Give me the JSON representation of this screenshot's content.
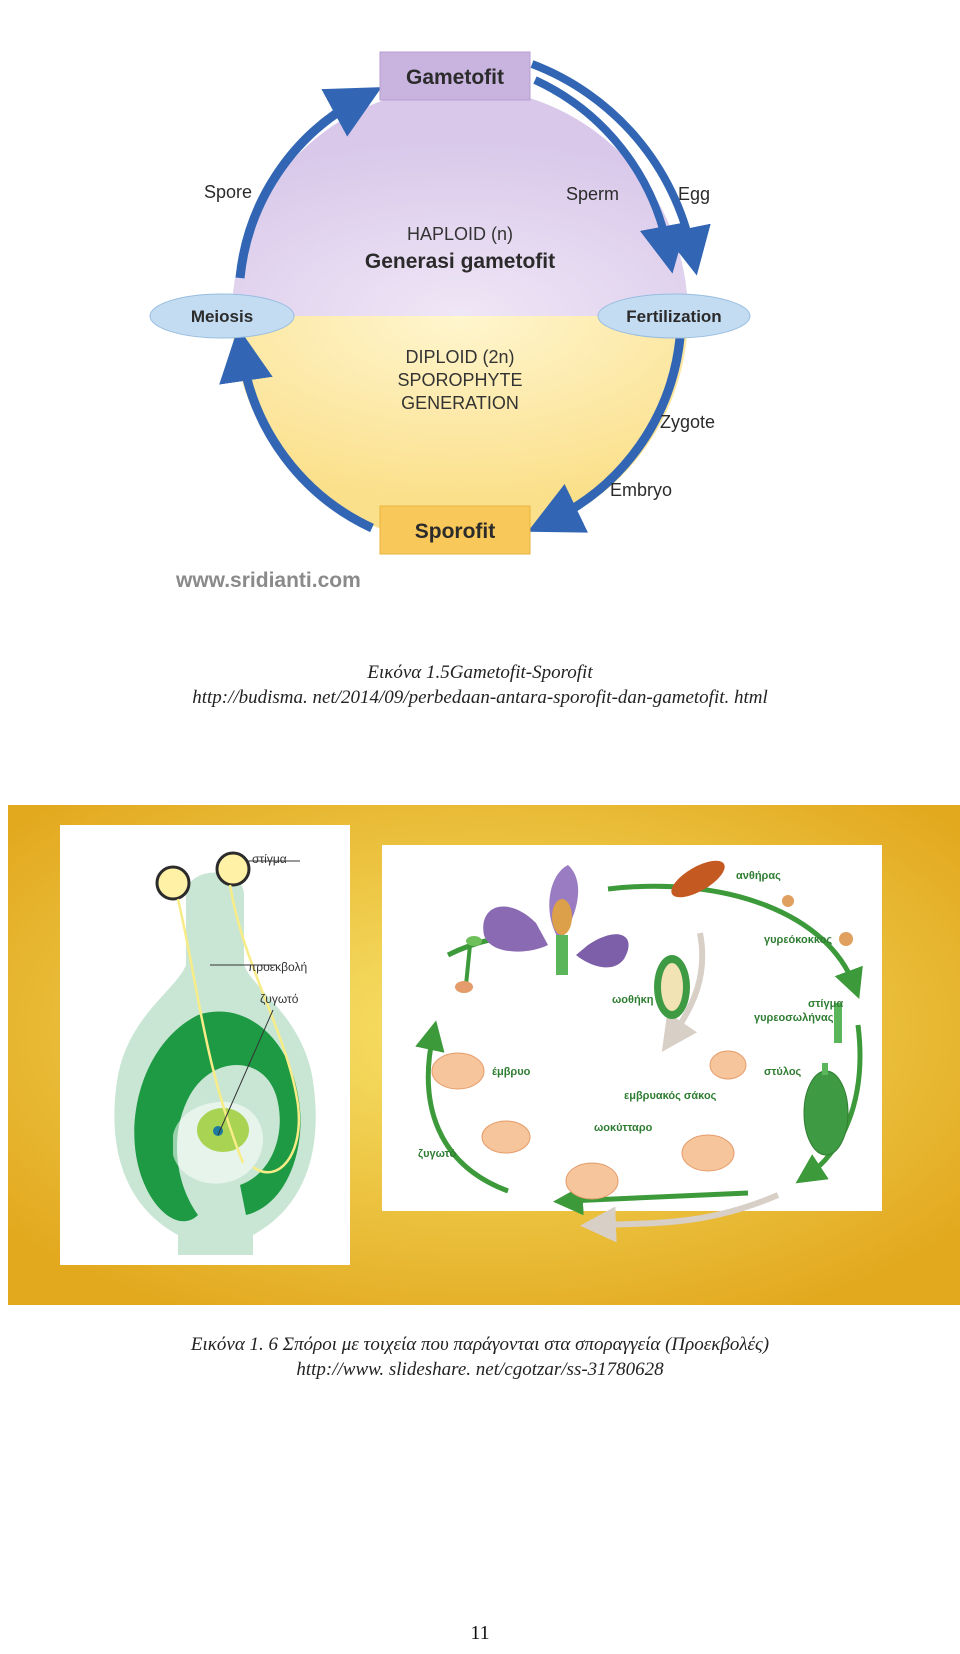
{
  "figure1": {
    "top_box": "Gametofit",
    "bottom_box": "Sporofit",
    "left_oval": "Meiosis",
    "right_oval": "Fertilization",
    "label_spore": "Spore",
    "label_sperm": "Sperm",
    "label_egg": "Egg",
    "label_zygote": "Zygote",
    "label_embryo": "Embryo",
    "haploid_line1": "HAPLOID (n)",
    "haploid_line2": "Generasi gametofit",
    "diploid_line1": "DIPLOID (2n)",
    "diploid_line2": "SPOROPHYTE",
    "diploid_line3": "GENERATION",
    "watermark": "www.sridianti.com",
    "colors": {
      "arrow": "#3266b4",
      "haploid_fill": "#e2d4ee",
      "diploid_fill": "#fdeaa6",
      "top_box": "#c9b3df",
      "bottom_box": "#f8c95a",
      "oval": "#c4dcf1"
    }
  },
  "caption1": {
    "line1": "Εικόνα 1.5Gametofit-Sporofit",
    "line2": "http://budisma. net/2014/09/perbedaan-antara-sporofit-dan-gametofit. html"
  },
  "figure2": {
    "left_panel": {
      "label_stigma": "στίγμα",
      "label_projection": "προεκβολή",
      "label_zygote": "ζυγωτό"
    },
    "right_panel": {
      "anther": "ανθήρας",
      "pollen": "γυρεόκοκκος",
      "stigma": "στίγμα",
      "pollen_tube": "γυρεοσωλήνας",
      "ovary": "ωοθήκη",
      "style": "στύλος",
      "embryo": "έμβρυο",
      "embryo_sac": "εμβρυακός σάκος",
      "egg_cell": "ωοκύτταρο",
      "zygote": "ζυγωτό"
    },
    "colors": {
      "background": "#eab92a",
      "light_green": "#c9e6d4",
      "dark_green": "#1e9a45",
      "cycle_arrow": "#3d9a3a",
      "label_green": "#2f7d32"
    }
  },
  "caption2": {
    "line1": "Εικόνα 1. 6 Σπόροι με τοιχεία που παράγονται στα σποραγγεία (Προεκβολές)",
    "line2": "http://www. slideshare. net/cgotzar/ss-31780628"
  },
  "page_number": "11"
}
